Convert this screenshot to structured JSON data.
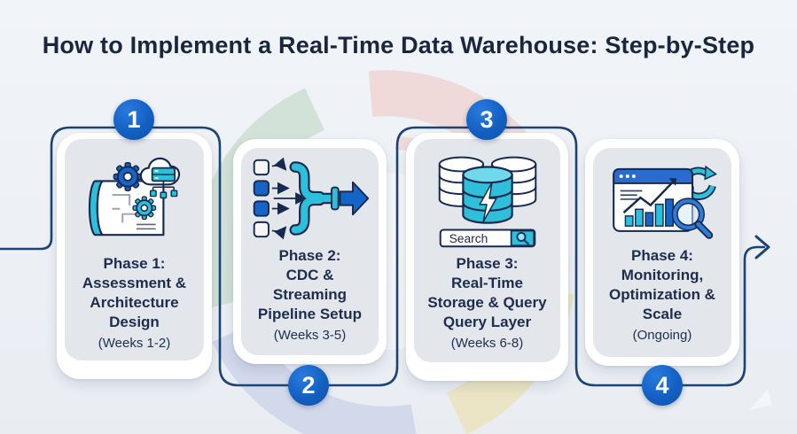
{
  "title": "How to Implement a Real-Time Data Warehouse: Step-by-Step",
  "phases": [
    {
      "number": "1",
      "badge_position": "top",
      "name": [
        "Phase 1:",
        "Assessment &",
        "Architecture",
        "Design"
      ],
      "duration": "(Weeks 1-2)",
      "icon": "blueprint-gears-cloud"
    },
    {
      "number": "2",
      "badge_position": "bottom",
      "name": [
        "Phase 2:",
        "CDC &",
        "Streaming",
        "Pipeline Setup"
      ],
      "duration": "(Weeks 3-5)",
      "icon": "cdc-streaming-merge-arrow"
    },
    {
      "number": "3",
      "badge_position": "top",
      "name": [
        "Phase 3:",
        "Real-Time",
        "Storage & Query",
        "Query Layer"
      ],
      "duration": "(Weeks 6-8)",
      "icon": "database-lightning-search",
      "search_text": "Search"
    },
    {
      "number": "4",
      "badge_position": "bottom",
      "name": [
        "Phase 4:",
        "Monitoring,",
        "Optimization &",
        "Scale"
      ],
      "duration": "(Ongoing)",
      "icon": "dashboard-refresh-magnifier"
    }
  ],
  "colors": {
    "background": "#edf0f5",
    "badge_blue": "#1465c8",
    "cyan": "#2ec0da",
    "connector_navy": "#1d4477",
    "text_navy": "#1e2c4e",
    "panel_gray": "#dde2e8"
  }
}
